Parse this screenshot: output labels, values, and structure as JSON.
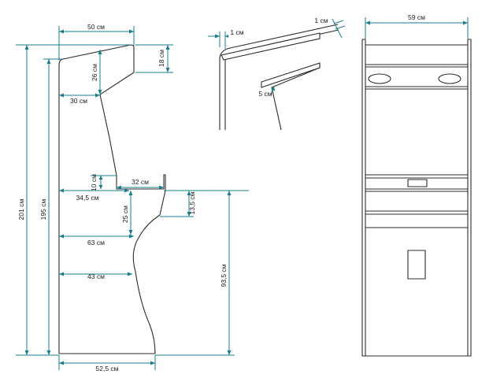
{
  "side_view": {
    "top_width": "50 см",
    "top_height": "18 см",
    "marquee_drop": "26 см",
    "marquee_depth": "30 см",
    "total_height": "201 см",
    "body_height": "195 см",
    "shelf_thickness": "10 см",
    "shelf_depth": "32 см",
    "panel_depth": "34,5 см",
    "panel_drop": "25 см",
    "panel_front": "13,5 см",
    "waist_depth": "63 см",
    "lower_depth": "43 см",
    "base_height": "93,5 см",
    "base_width": "52,5 см"
  },
  "detail_view": {
    "panel_thickness_left": "1 см",
    "panel_thickness_right": "1 см",
    "screen_gap": "5 см"
  },
  "front_view": {
    "width": "59 см"
  }
}
